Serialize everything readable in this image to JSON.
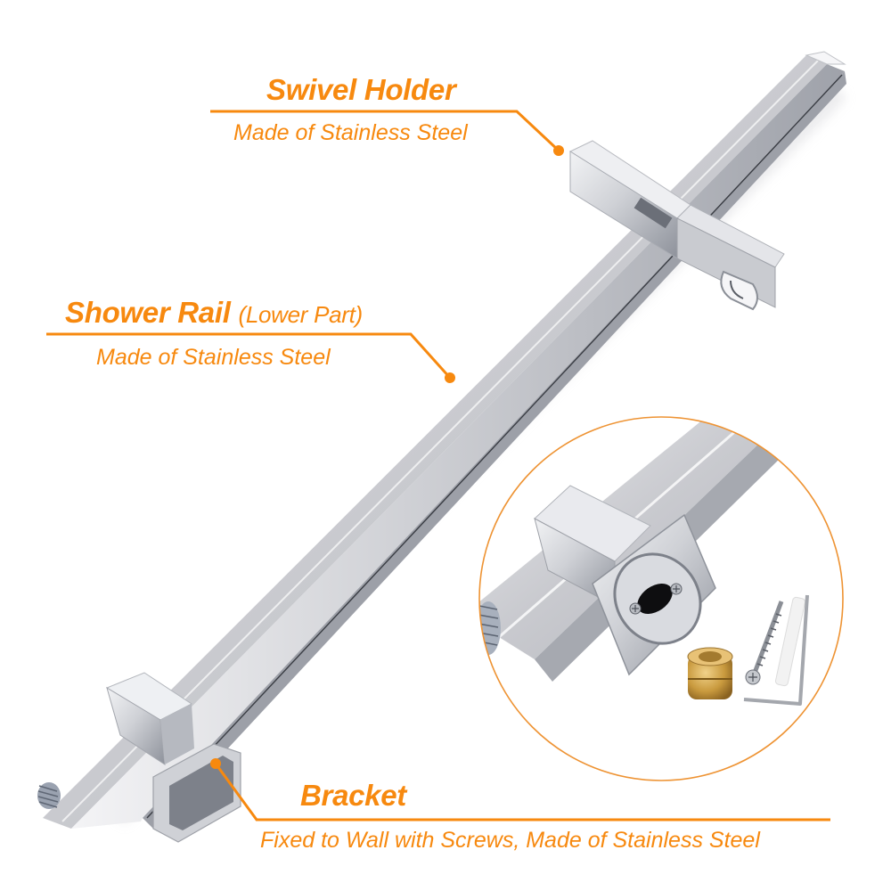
{
  "image": {
    "subject": "Square chrome slide bar shower rail with swivel holder and bracket",
    "accent_color": "#f7890f",
    "background_color": "#ffffff"
  },
  "callouts": [
    {
      "id": "swivel-holder",
      "title": "Swivel Holder",
      "subtitle": "Made of Stainless Steel"
    },
    {
      "id": "shower-rail",
      "title": "Shower Rail",
      "title_suffix": "(Lower Part)",
      "subtitle": "Made of Stainless Steel"
    },
    {
      "id": "bracket",
      "title": "Bracket",
      "subtitle": "Fixed to Wall with Screws, Made of Stainless Steel"
    }
  ],
  "detail_inset": {
    "shape": "circle",
    "contents": [
      "bracket-flange",
      "mounting-screws",
      "brass-adapter",
      "wall-screw",
      "wall-plug",
      "hex-key"
    ]
  }
}
